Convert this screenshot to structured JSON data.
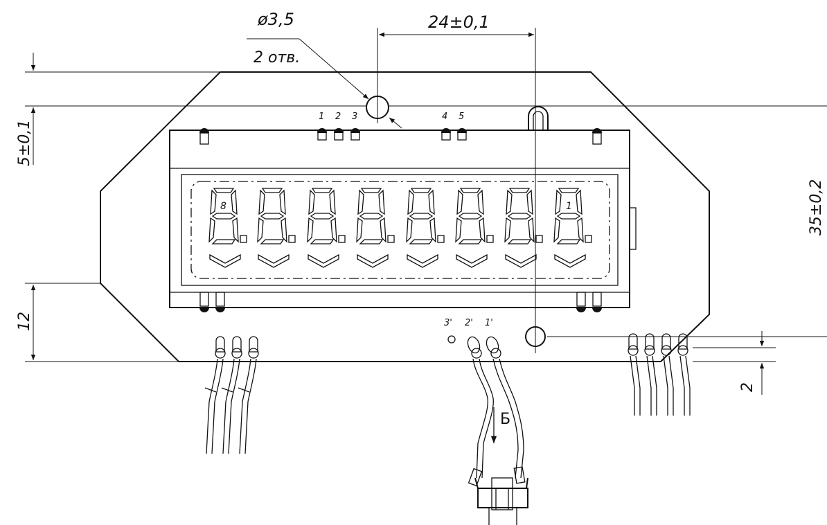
{
  "drawing": {
    "hole_dimension": {
      "diameter": "ø3,5",
      "count": "2 отв."
    },
    "dimensions": {
      "hole_spacing": "24±0,1",
      "top_offset": "5±0,1",
      "height": "35±0,2",
      "bottom_offset": "12",
      "pin_offset": "2"
    },
    "pin_labels_top": [
      "1",
      "2",
      "3",
      "4",
      "5"
    ],
    "pin_labels_bottom": [
      "3'",
      "2'",
      "1'"
    ],
    "digit_labels": {
      "first": "8",
      "last": "1"
    },
    "view_letter": "Б",
    "digit_count": 8
  }
}
